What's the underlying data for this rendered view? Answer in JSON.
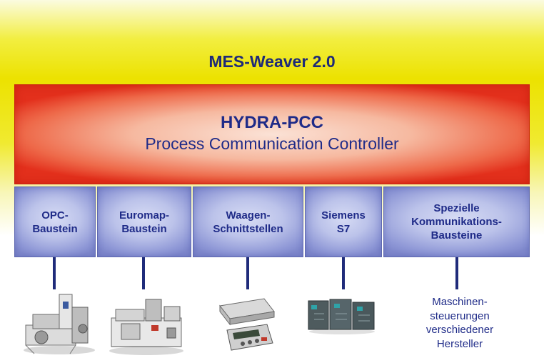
{
  "title": "MES-Weaver 2.0",
  "controller": {
    "name": "HYDRA-PCC",
    "subtitle": "Process Communication Controller"
  },
  "modules": [
    {
      "label": "OPC-\nBaustein"
    },
    {
      "label": "Euromap-\nBaustein"
    },
    {
      "label": "Waagen-\nSchnittstellen"
    },
    {
      "label": "Siemens\nS7"
    },
    {
      "label": "Spezielle\nKommunikations-\nBausteine"
    }
  ],
  "devices": [
    {
      "icon": "plastics-machine-icon"
    },
    {
      "icon": "injection-molding-machine-icon"
    },
    {
      "icon": "weighing-scale-icon"
    },
    {
      "icon": "siemens-s7-plc-icon"
    },
    {
      "text": "Maschinen-\nsteuerungen\nverschiedener\nHersteller"
    }
  ],
  "colors": {
    "title_text": "#1e2a78",
    "controller_red": "#e3301c",
    "module_blue": "#8e97d6",
    "background_yellow": "#ece200"
  }
}
